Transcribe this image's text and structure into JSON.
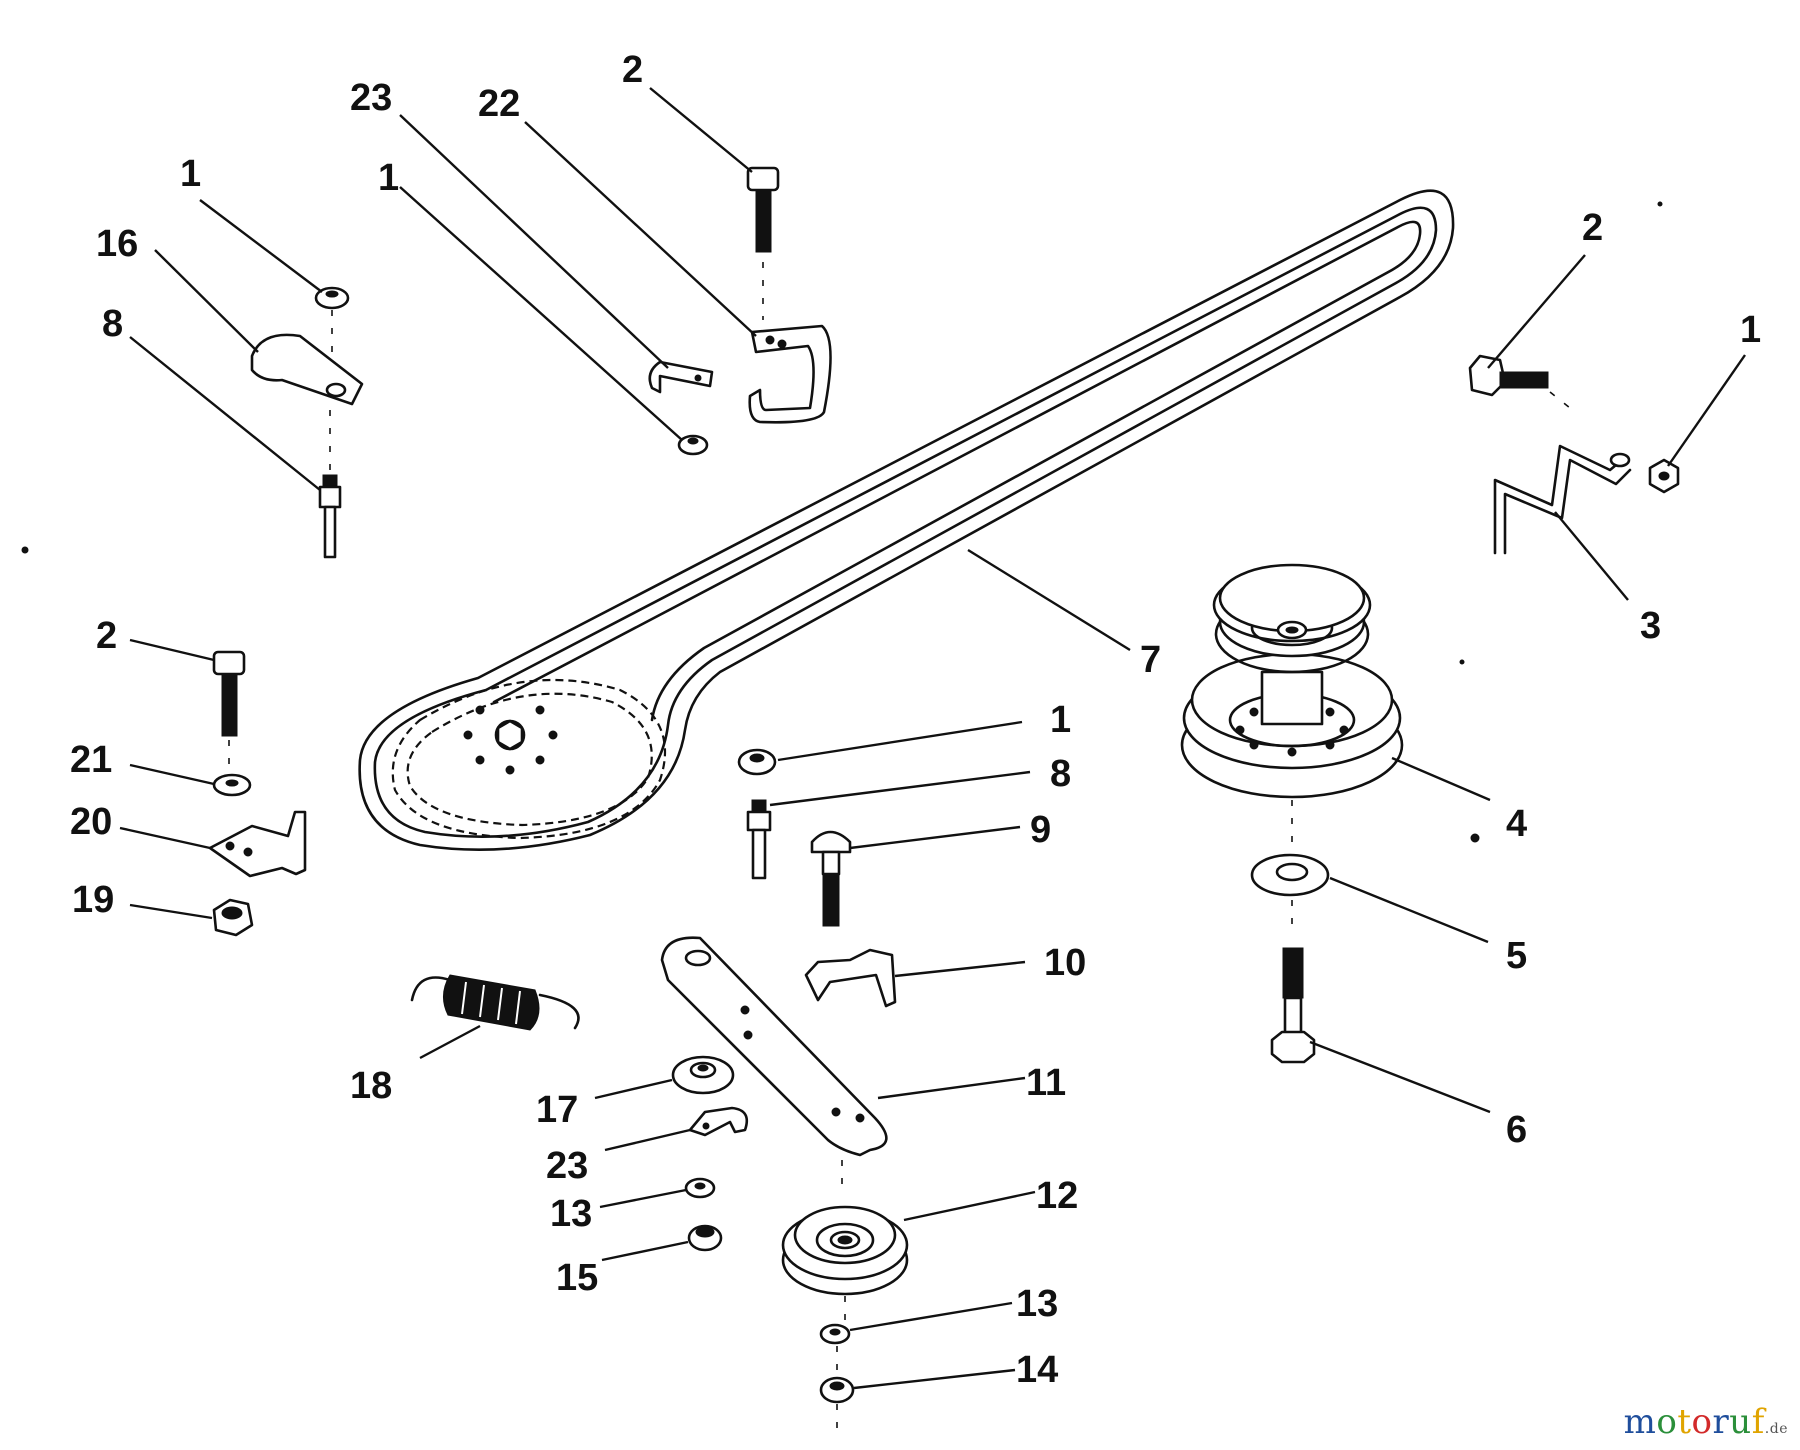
{
  "diagram": {
    "callouts": [
      {
        "id": "c-2-top",
        "text": "2"
      },
      {
        "id": "c-23-top",
        "text": "23"
      },
      {
        "id": "c-22",
        "text": "22"
      },
      {
        "id": "c-1-a",
        "text": "1"
      },
      {
        "id": "c-1-b",
        "text": "1"
      },
      {
        "id": "c-16",
        "text": "16"
      },
      {
        "id": "c-8-a",
        "text": "8"
      },
      {
        "id": "c-2-right",
        "text": "2"
      },
      {
        "id": "c-1-right",
        "text": "1"
      },
      {
        "id": "c-3",
        "text": "3"
      },
      {
        "id": "c-7",
        "text": "7"
      },
      {
        "id": "c-2-left",
        "text": "2"
      },
      {
        "id": "c-21",
        "text": "21"
      },
      {
        "id": "c-20",
        "text": "20"
      },
      {
        "id": "c-19",
        "text": "19"
      },
      {
        "id": "c-1-c",
        "text": "1"
      },
      {
        "id": "c-8-b",
        "text": "8"
      },
      {
        "id": "c-9",
        "text": "9"
      },
      {
        "id": "c-4",
        "text": "4"
      },
      {
        "id": "c-5",
        "text": "5"
      },
      {
        "id": "c-10",
        "text": "10"
      },
      {
        "id": "c-6",
        "text": "6"
      },
      {
        "id": "c-18",
        "text": "18"
      },
      {
        "id": "c-11",
        "text": "11"
      },
      {
        "id": "c-17",
        "text": "17"
      },
      {
        "id": "c-23-bottom",
        "text": "23"
      },
      {
        "id": "c-12",
        "text": "12"
      },
      {
        "id": "c-13-a",
        "text": "13"
      },
      {
        "id": "c-15",
        "text": "15"
      },
      {
        "id": "c-13-b",
        "text": "13"
      },
      {
        "id": "c-14",
        "text": "14"
      }
    ]
  },
  "watermark": {
    "letters": [
      {
        "ch": "m",
        "color": "#1f4e9c"
      },
      {
        "ch": "o",
        "color": "#2b8f3a"
      },
      {
        "ch": "t",
        "color": "#e0a400"
      },
      {
        "ch": "o",
        "color": "#d22a2a"
      },
      {
        "ch": "r",
        "color": "#1f4e9c"
      },
      {
        "ch": "u",
        "color": "#2b8f3a"
      },
      {
        "ch": "f",
        "color": "#e0a400"
      }
    ],
    "tld": ".de"
  }
}
